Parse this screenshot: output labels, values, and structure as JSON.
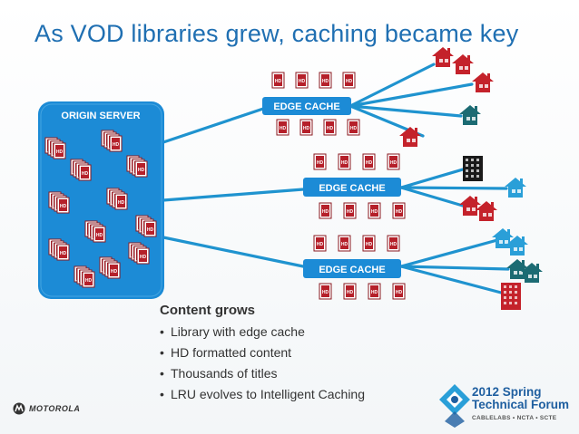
{
  "slide": {
    "title": "As VOD libraries grew, caching became key"
  },
  "diagram": {
    "origin_label": "ORIGIN SERVER",
    "edge_labels": [
      "EDGE CACHE",
      "EDGE CACHE",
      "EDGE CACHE"
    ],
    "hd_text": "HD",
    "colors": {
      "origin_fill": "#1c8bd6",
      "edge_fill": "#1c8bd6",
      "link": "#1f93cf",
      "hd_red": "#b5202a",
      "house_red": "#c4222b",
      "house_teal": "#1c6b73",
      "house_blue": "#2a9fd8"
    },
    "icons": [
      "hd-tile-icon",
      "house-icon",
      "building-icon"
    ]
  },
  "bullets": {
    "heading": "Content grows",
    "items": [
      "Library with edge cache",
      "HD formatted content",
      "Thousands of titles",
      "LRU evolves to Intelligent Caching"
    ]
  },
  "footer": {
    "brand": "MOTOROLA",
    "forum_line1": "2012 Spring",
    "forum_line2": "Technical Forum",
    "forum_sub": "CABLELABS • NCTA • SCTE"
  }
}
